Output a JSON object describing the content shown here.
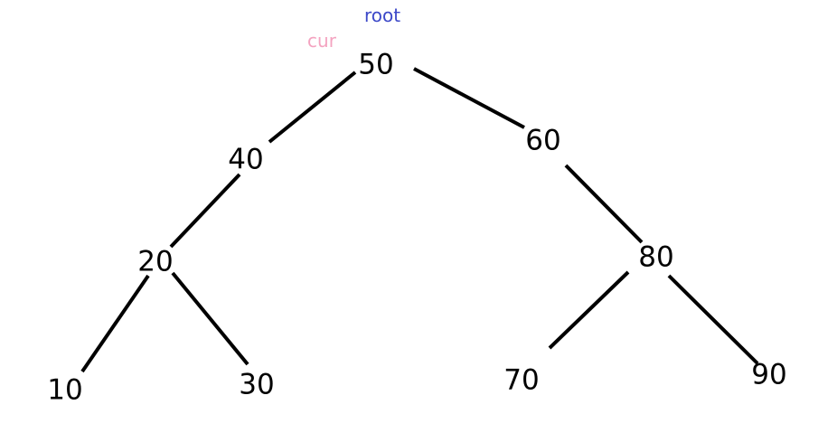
{
  "pointers": {
    "root": {
      "text": "root",
      "color": "#3c48c8"
    },
    "cur": {
      "text": "cur",
      "color": "#f4a3c0"
    }
  },
  "nodes": {
    "n50": "50",
    "n40": "40",
    "n60": "60",
    "n20": "20",
    "n80": "80",
    "n10": "10",
    "n30": "30",
    "n70": "70",
    "n90": "90"
  },
  "edges": [
    [
      "n50",
      "n40"
    ],
    [
      "n50",
      "n60"
    ],
    [
      "n40",
      "n20"
    ],
    [
      "n60",
      "n80"
    ],
    [
      "n20",
      "n10"
    ],
    [
      "n20",
      "n30"
    ],
    [
      "n80",
      "n70"
    ],
    [
      "n80",
      "n90"
    ]
  ]
}
